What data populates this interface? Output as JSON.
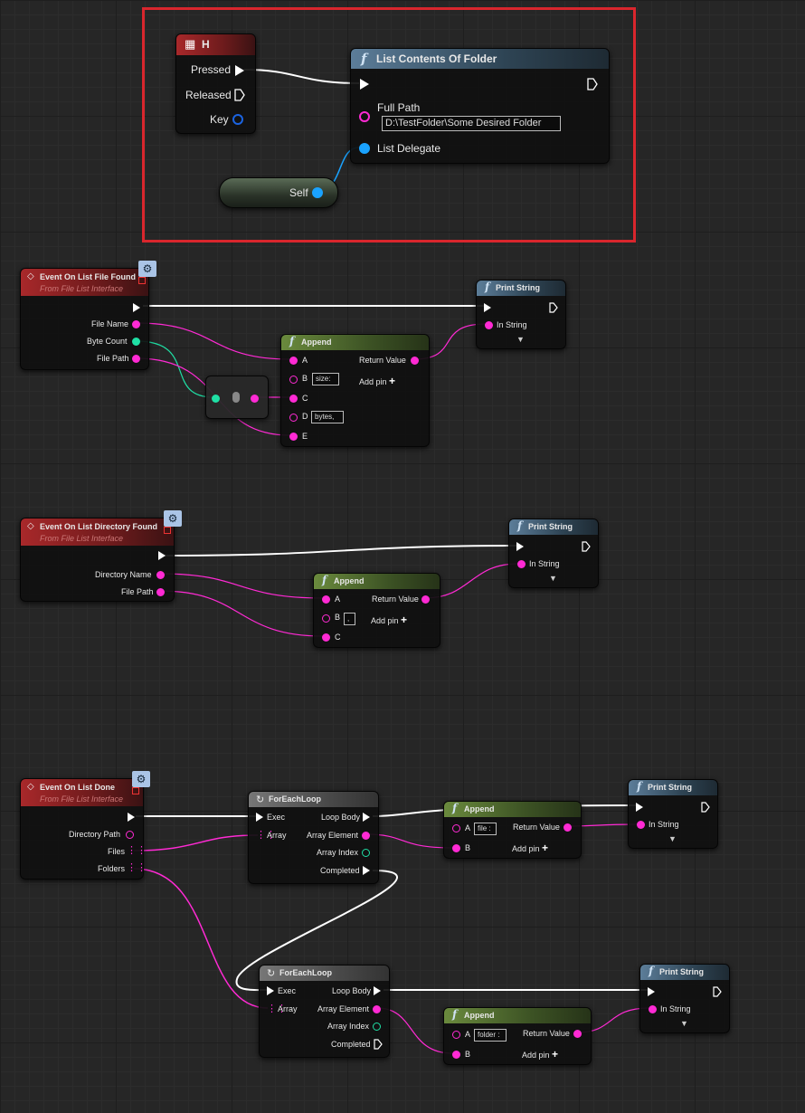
{
  "colors": {
    "exec": "#ffffff",
    "string": "#ff2ad4",
    "integer": "#1fe0a5",
    "delegate": "#1aa3ff",
    "key": "#1b63e0",
    "object": "#1aa3ff",
    "highlight": "#d9262d"
  },
  "key_node": {
    "title": "H",
    "icon": "keyboard-icon",
    "pins": {
      "pressed": "Pressed",
      "released": "Released",
      "key": "Key"
    }
  },
  "self_node": {
    "label": "Self"
  },
  "list_node": {
    "title": "List Contents Of Folder",
    "full_path_label": "Full Path",
    "full_path_value": "D:\\TestFolder\\Some Desired Folder",
    "list_delegate_label": "List Delegate"
  },
  "event1": {
    "title": "Event On List File Found",
    "subtitle": "From File List Interface",
    "pins": [
      "File Name",
      "Byte Count",
      "File Path"
    ]
  },
  "print1": {
    "title": "Print String",
    "in_string": "In String"
  },
  "append1": {
    "title": "Append",
    "pins": [
      "A",
      "B",
      "C",
      "D",
      "E"
    ],
    "b_value": "size:",
    "d_value": "bytes,",
    "return_value": "Return Value",
    "add_pin": "Add pin"
  },
  "event2": {
    "title": "Event On List Directory Found",
    "subtitle": "From File List Interface",
    "pins": [
      "Directory Name",
      "File Path"
    ]
  },
  "print2": {
    "title": "Print String",
    "in_string": "In String"
  },
  "append2": {
    "title": "Append",
    "pins": [
      "A",
      "B",
      "C"
    ],
    "b_value": ",",
    "return_value": "Return Value",
    "add_pin": "Add pin"
  },
  "event3": {
    "title": "Event On List Done",
    "subtitle": "From File List Interface",
    "pins": [
      "Directory Path",
      "Files",
      "Folders"
    ]
  },
  "loop1": {
    "title": "ForEachLoop",
    "exec": "Exec",
    "array": "Array",
    "loop_body": "Loop Body",
    "array_element": "Array Element",
    "array_index": "Array Index",
    "completed": "Completed"
  },
  "append3": {
    "title": "Append",
    "pins": [
      "A",
      "B"
    ],
    "a_value": "file :",
    "return_value": "Return Value",
    "add_pin": "Add pin"
  },
  "print3": {
    "title": "Print String",
    "in_string": "In String"
  },
  "loop2": {
    "title": "ForEachLoop",
    "exec": "Exec",
    "array": "Array",
    "loop_body": "Loop Body",
    "array_element": "Array Element",
    "array_index": "Array Index",
    "completed": "Completed"
  },
  "append4": {
    "title": "Append",
    "pins": [
      "A",
      "B"
    ],
    "a_value": "folder :",
    "return_value": "Return Value",
    "add_pin": "Add pin"
  },
  "print4": {
    "title": "Print String",
    "in_string": "In String"
  }
}
